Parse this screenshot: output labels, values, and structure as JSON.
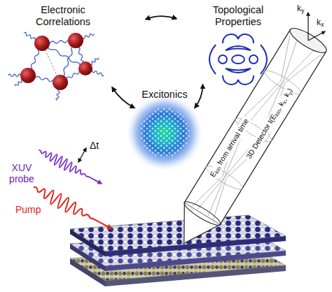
{
  "diagram": {
    "nodes": [
      {
        "text": [
          "Electronic Correlations"
        ]
      },
      {
        "text": [
          "Topological Properties"
        ]
      },
      {
        "text": [
          "Excitonics"
        ]
      }
    ],
    "edges": [
      {
        "from": 0,
        "to": 1,
        "arrow": "both"
      },
      {
        "from": 0,
        "to": 2,
        "arrow": "both"
      },
      {
        "from": 1,
        "to": 2,
        "arrow": "both"
      }
    ],
    "labels": [
      "XUV probe",
      "Δt",
      "Pump",
      "3D Detector I(E",
      "kin",
      ", k",
      "x",
      ", k",
      "y",
      ")",
      "E",
      "kin",
      "from arrival time",
      "k",
      "y",
      "k",
      "x"
    ]
  }
}
